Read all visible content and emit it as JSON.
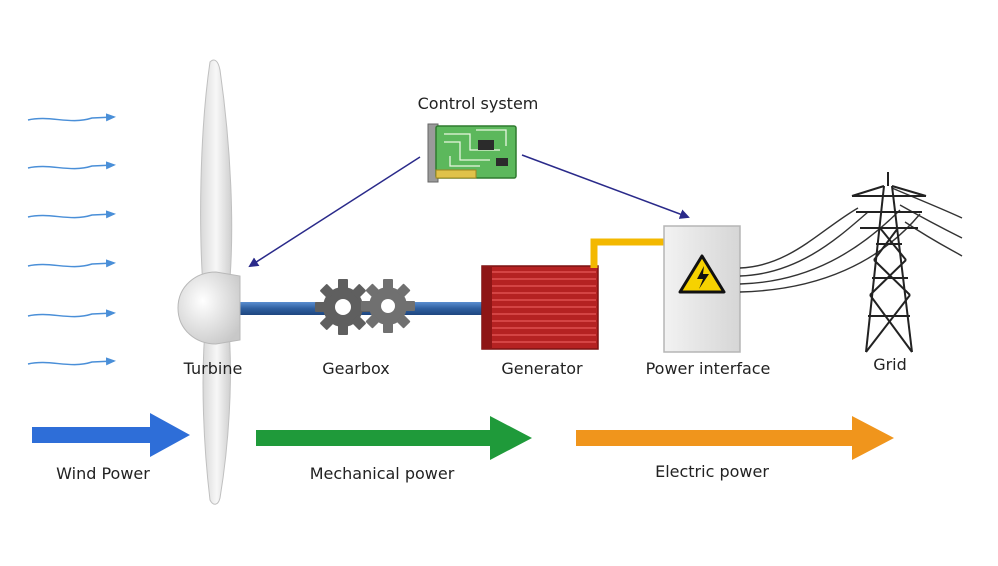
{
  "labels": {
    "control_system": "Control system",
    "turbine": "Turbine",
    "gearbox": "Gearbox",
    "generator": "Generator",
    "power_interface": "Power interface",
    "grid": "Grid",
    "wind_power": "Wind Power",
    "mechanical_power": "Mechanical power",
    "electric_power": "Electric power"
  },
  "colors": {
    "wind_lines": "#4a8fd8",
    "wind_arrow": "#2e6ed8",
    "mechanical_arrow": "#1f9a3a",
    "electric_arrow": "#f0951c",
    "control_arrows": "#2a2a8a",
    "shaft": "#3d6fb5",
    "generator": "#b52222",
    "gear": "#666666",
    "cable": "#f3b800",
    "cabinet": "#e4e4e4",
    "circuit_board": "#5cb85c",
    "tower": "#222222"
  },
  "icons": {
    "control_system": "circuit-board-icon",
    "hazard": "high-voltage-warning-icon",
    "gearbox": "gear-icon",
    "grid": "transmission-tower-icon"
  }
}
